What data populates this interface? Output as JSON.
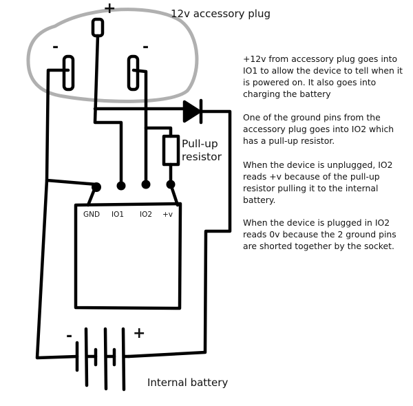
{
  "labels": {
    "plug_title": "12v accessory plug",
    "battery_title": "Internal battery",
    "resistor_line1": "Pull-up",
    "resistor_line2": "resistor"
  },
  "pins": {
    "gnd": "GND",
    "io1": "IO1",
    "io2": "IO2",
    "vplus": "+v"
  },
  "polarity": {
    "plug_plus": "+",
    "plug_minus_left": "-",
    "plug_minus_right": "-",
    "battery_minus": "-",
    "battery_plus": "+"
  },
  "notes": [
    "+12v from accessory plug goes into IO1 to allow the device to tell when it is powered on. It also goes into charging the battery",
    "One of the ground pins from the accessory plug goes into IO2 which has a pull-up resistor.",
    "When the device is unplugged, IO2 reads +v because of the pull-up resistor pulling it to the internal battery.",
    "When the device is plugged in IO2 reads 0v because the 2 ground pins are shorted together by the socket."
  ],
  "colors": {
    "wire": "#000000",
    "plug_outline": "#b0b0b0"
  }
}
